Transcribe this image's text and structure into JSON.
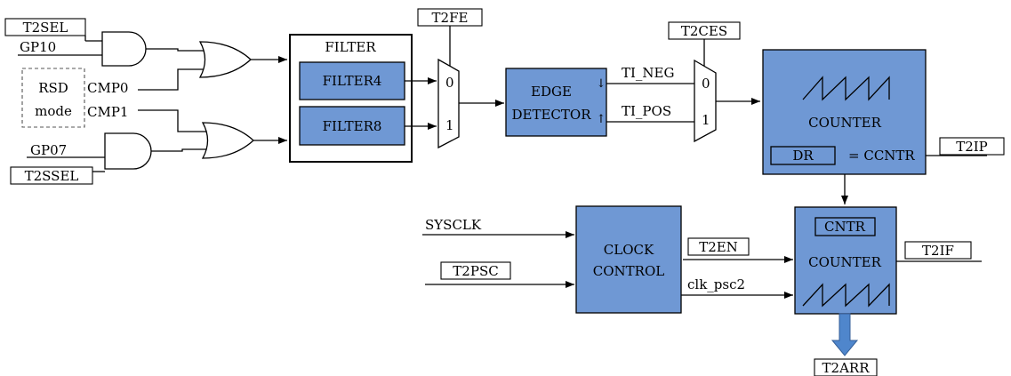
{
  "signals": {
    "t2sel": "T2SEL",
    "gp10": "GP10",
    "cmp0": "CMP0",
    "cmp1": "CMP1",
    "gp07": "GP07",
    "t2ssel": "T2SSEL",
    "rsd_line1": "RSD",
    "rsd_line2": "mode",
    "t2fe": "T2FE",
    "mux_zero": "0",
    "mux_one": "1",
    "ti_neg": "TI_NEG",
    "ti_pos": "TI_POS",
    "t2ces": "T2CES",
    "t2ip": "T2IP",
    "sysclk": "SYSCLK",
    "t2psc": "T2PSC",
    "t2en": "T2EN",
    "clk_psc2": "clk_psc2",
    "t2if": "T2IF",
    "t2arr": "T2ARR"
  },
  "blocks": {
    "filter_title": "FILTER",
    "filter4": "FILTER4",
    "filter8": "FILTER8",
    "edge_line1": "EDGE",
    "edge_line2": "DETECTOR",
    "edge_neg_arrow": "↓",
    "edge_pos_arrow": "↑",
    "capture_counter": "COUNTER",
    "dr": "DR",
    "eq_ccntr": "= CCNTR",
    "clock_line1": "CLOCK",
    "clock_line2": "CONTROL",
    "cntr": "CNTR",
    "main_counter": "COUNTER"
  },
  "colors": {
    "block_fill": "#6f98d4",
    "wire": "#000000",
    "background": "#ffffff"
  }
}
